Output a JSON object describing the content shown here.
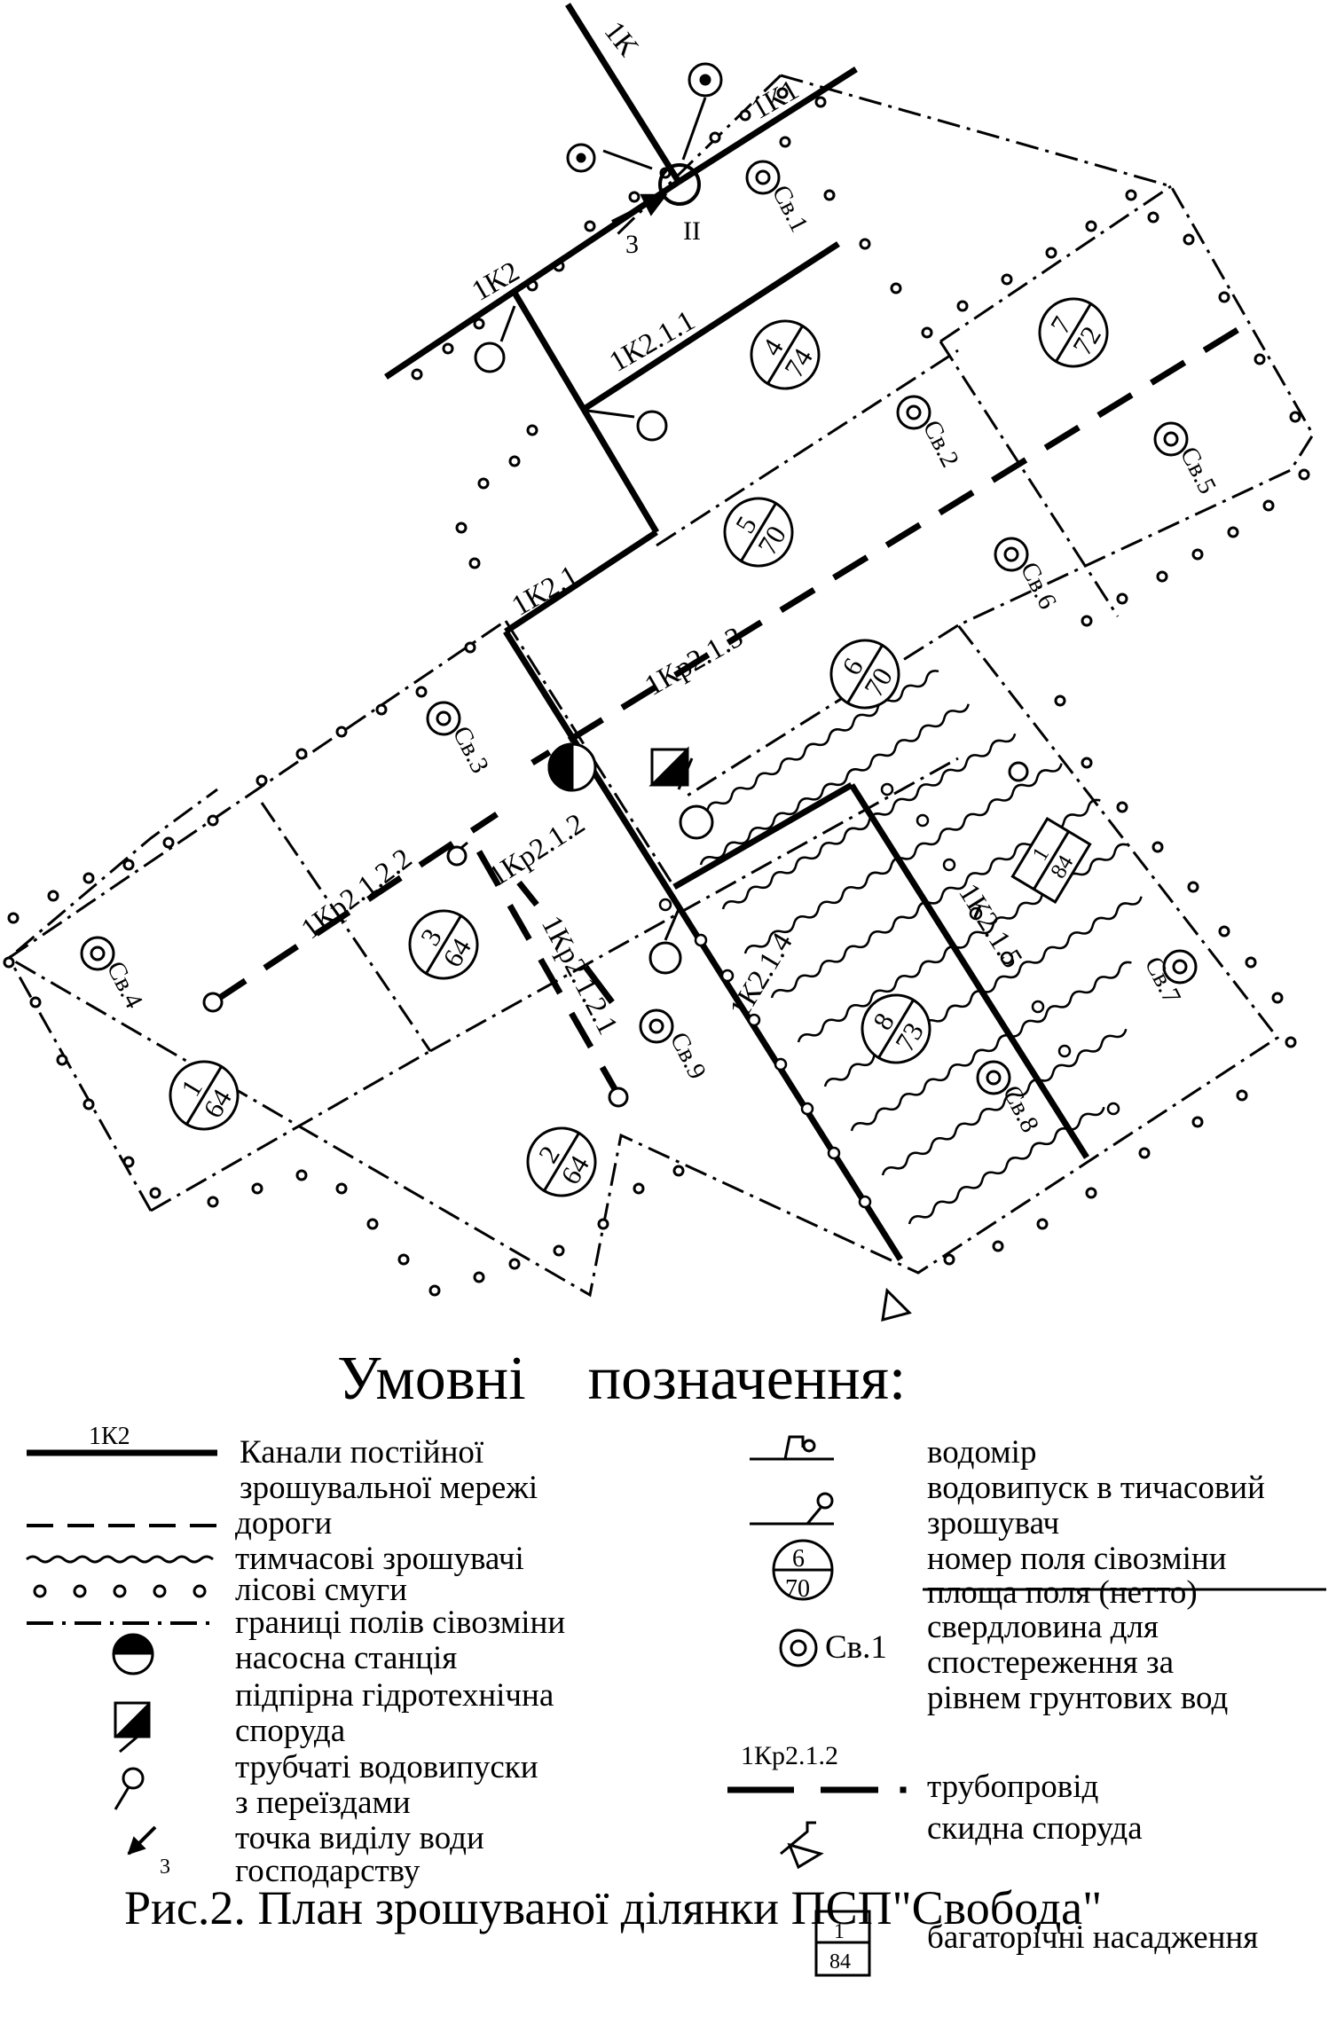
{
  "plan": {
    "canals": {
      "main": "1К",
      "k1": "1К1",
      "k2": "1К2",
      "k211": "1К2.1.1",
      "k21": "1К2.1",
      "k214": "1К2.1.4",
      "k215": "1К2.1.5"
    },
    "pipes": {
      "kr213": "1Кр2.1.3",
      "kr212": "1Кр2.1.2",
      "kr2122": "1Кр2.1.2.2",
      "kr2121": "1Кр2.1.2.1"
    },
    "node_label": "II",
    "water_point_label": "3",
    "fields": [
      {
        "number": "1",
        "area": "64"
      },
      {
        "number": "2",
        "area": "64"
      },
      {
        "number": "3",
        "area": "64"
      },
      {
        "number": "4",
        "area": "74"
      },
      {
        "number": "5",
        "area": "70"
      },
      {
        "number": "6",
        "area": "70"
      },
      {
        "number": "7",
        "area": "72"
      },
      {
        "number": "8",
        "area": "73"
      }
    ],
    "orchard": {
      "number": "1",
      "area": "84"
    },
    "wells": [
      "Св.1",
      "Св.2",
      "Св.3",
      "Св.4",
      "Св.5",
      "Св.6",
      "Св.7",
      "Св.8",
      "Св.9"
    ]
  },
  "legend": {
    "title_word1": "Умовні",
    "title_word2": "позначення:",
    "canal_sample": "1К2",
    "canals_l1": "Канали постійної",
    "canals_l2": "зрошувальної мережі",
    "roads": "дороги",
    "temp_irrigators": "тимчасові зрошувачі",
    "forest_belts": "лісові смуги",
    "field_borders": "границі полів сівозміни",
    "pump_station": "насосна станція",
    "retaining_l1": "підпірна гідротехнічна",
    "retaining_l2": "споруда",
    "pipe_outlets_l1": "трубчаті водовипуски",
    "pipe_outlets_l2": "з переїздами",
    "water_point_l1": "точка виділу води",
    "water_point_l2": "господарству",
    "water_point_num": "3",
    "water_meter": "водомір",
    "outlet_temp_l1": "водовипуск в тичасовий",
    "outlet_temp_l2": "зрошувач",
    "field_num_sample": "6",
    "field_area_sample": "70",
    "field_number_text": "номер поля сівозміни",
    "field_area_text": "площа поля (нетто)",
    "well_sample": "Св.1",
    "well_l1": "свердловина для",
    "well_l2": "спостереження за",
    "well_l3": "рівнем грунтових вод",
    "pipe_sample": "1Кр2.1.2",
    "pipeline": "трубопровід",
    "discharge": "скидна споруда",
    "orchard_num": "1",
    "orchard_area": "84",
    "perennial": "багаторічні насадження"
  },
  "caption": "Рис.2. План зрошуваної ділянки ПСП\"Свобода\""
}
